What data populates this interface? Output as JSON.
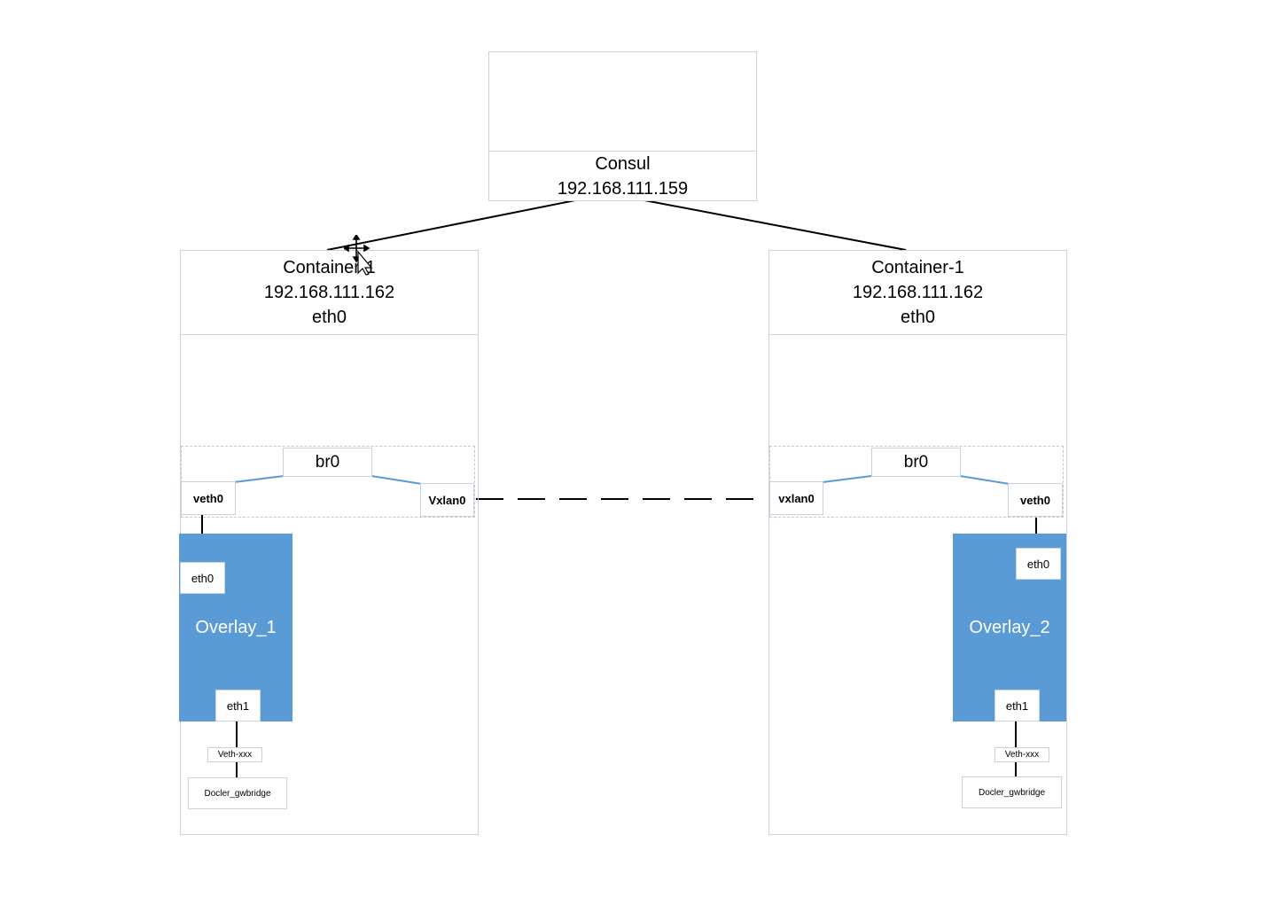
{
  "consul": {
    "name": "Consul",
    "ip": "192.168.111.159"
  },
  "hosts": [
    {
      "title": "Container-1",
      "ip": "192.168.111.162",
      "iface": "eth0",
      "bridge": "br0",
      "veth": "veth0",
      "vxlan": "Vxlan0",
      "overlay": {
        "name": "Overlay_1",
        "eth0": "eth0",
        "eth1": "eth1"
      },
      "veth_xxx": "Veth-xxx",
      "gwbridge": "Docler_gwbridge"
    },
    {
      "title": "Container-1",
      "ip": "192.168.111.162",
      "iface": "eth0",
      "bridge": "br0",
      "veth": "veth0",
      "vxlan": "vxlan0",
      "overlay": {
        "name": "Overlay_2",
        "eth0": "eth0",
        "eth1": "eth1"
      },
      "veth_xxx": "Veth-xxx",
      "gwbridge": "Docler_gwbridge"
    }
  ],
  "colors": {
    "overlay_fill": "#5b9bd5",
    "bridge_link": "#5b9bd5",
    "box_border": "#c9d3df",
    "line": "#000000"
  },
  "icons": {
    "cursor": "move-cursor-icon"
  }
}
